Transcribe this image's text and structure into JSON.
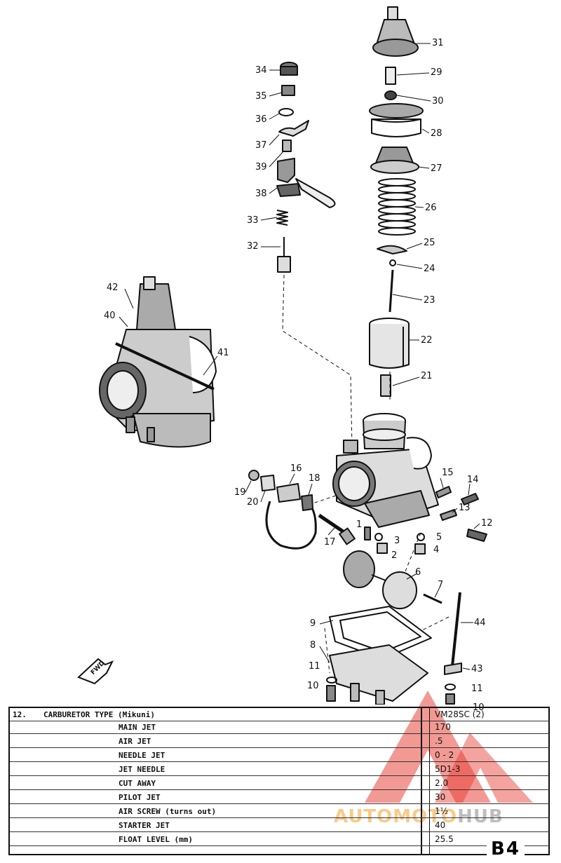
{
  "callouts": [
    {
      "id": "c31",
      "text": "31"
    },
    {
      "id": "c29",
      "text": "29"
    },
    {
      "id": "c30",
      "text": "30"
    },
    {
      "id": "c28",
      "text": "28"
    },
    {
      "id": "c27",
      "text": "27"
    },
    {
      "id": "c26",
      "text": "26"
    },
    {
      "id": "c25",
      "text": "25"
    },
    {
      "id": "c24",
      "text": "24"
    },
    {
      "id": "c23",
      "text": "23"
    },
    {
      "id": "c22",
      "text": "22"
    },
    {
      "id": "c21",
      "text": "21"
    },
    {
      "id": "c34",
      "text": "34"
    },
    {
      "id": "c35",
      "text": "35"
    },
    {
      "id": "c36",
      "text": "36"
    },
    {
      "id": "c37",
      "text": "37"
    },
    {
      "id": "c39",
      "text": "39"
    },
    {
      "id": "c38",
      "text": "38"
    },
    {
      "id": "c33",
      "text": "33"
    },
    {
      "id": "c32",
      "text": "32"
    },
    {
      "id": "c42",
      "text": "42"
    },
    {
      "id": "c40",
      "text": "40"
    },
    {
      "id": "c41",
      "text": "41"
    },
    {
      "id": "c19",
      "text": "19"
    },
    {
      "id": "c20",
      "text": "20"
    },
    {
      "id": "c16",
      "text": "16"
    },
    {
      "id": "c18",
      "text": "18"
    },
    {
      "id": "c17",
      "text": "17"
    },
    {
      "id": "c1",
      "text": "1"
    },
    {
      "id": "c3",
      "text": "3"
    },
    {
      "id": "c2",
      "text": "2"
    },
    {
      "id": "c5",
      "text": "5"
    },
    {
      "id": "c4",
      "text": "4"
    },
    {
      "id": "c15",
      "text": "15"
    },
    {
      "id": "c14",
      "text": "14"
    },
    {
      "id": "c13",
      "text": "13"
    },
    {
      "id": "c12",
      "text": "12"
    },
    {
      "id": "c6",
      "text": "6"
    },
    {
      "id": "c7",
      "text": "7"
    },
    {
      "id": "c44",
      "text": "44"
    },
    {
      "id": "c9",
      "text": "9"
    },
    {
      "id": "c8",
      "text": "8"
    },
    {
      "id": "c43",
      "text": "43"
    },
    {
      "id": "c11a",
      "text": "11"
    },
    {
      "id": "c10a",
      "text": "10"
    },
    {
      "id": "c11b",
      "text": "11"
    },
    {
      "id": "c10b",
      "text": "10"
    }
  ],
  "fwd_label": "FWD",
  "spec": {
    "number": "12.",
    "title": "CARBURETOR TYPE (Mikuni)",
    "rows": [
      {
        "name": "MAIN JET",
        "value": "170"
      },
      {
        "name": "AIR JET",
        "value": ".5"
      },
      {
        "name": "NEEDLE JET",
        "value": "0 - 2"
      },
      {
        "name": "JET NEEDLE",
        "value": "5D1-3"
      },
      {
        "name": "CUT AWAY",
        "value": "2.0"
      },
      {
        "name": "PILOT JET",
        "value": "30"
      },
      {
        "name": "AIR SCREW (turns out)",
        "value": "1½"
      },
      {
        "name": "STARTER JET",
        "value": "40"
      },
      {
        "name": "FLOAT LEVEL (mm)",
        "value": "25.5"
      }
    ],
    "type_value": "VM28SC (2)"
  },
  "page_code": "B4",
  "watermark": {
    "part1": "AUTOMOTO",
    "part2": "HUB"
  },
  "colors": {
    "line": "#111111",
    "watermark_red": "#e8332a",
    "watermark_orange": "#f4a12a"
  }
}
